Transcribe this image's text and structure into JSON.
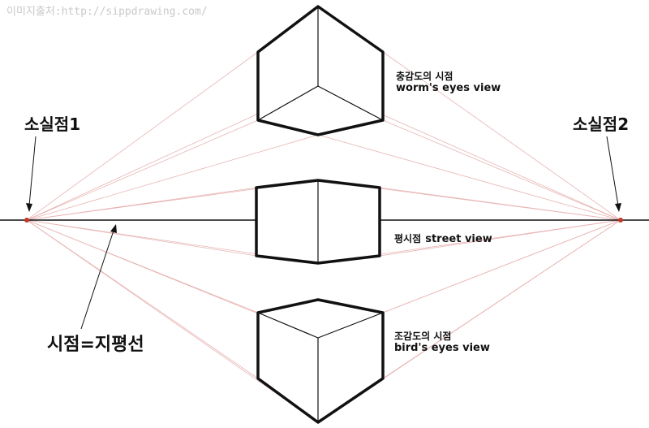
{
  "watermark": "이미지출처:http://sippdrawing.com/",
  "vanishing_point_1": "소실점1",
  "vanishing_point_2": "소실점2",
  "horizon_label": "시점=지평선",
  "views": {
    "worm": {
      "korean": "충감도의 시점",
      "english": "worm's eyes view"
    },
    "street": {
      "korean": "평시점",
      "english": "street view"
    },
    "bird": {
      "korean": "조감도의 시점",
      "english": "bird's eyes view"
    }
  },
  "colors": {
    "ink": "#111111",
    "construction_line": "#e8b4b4",
    "vanishing_point": "#c0392b",
    "watermark": "#c9c9c9"
  }
}
